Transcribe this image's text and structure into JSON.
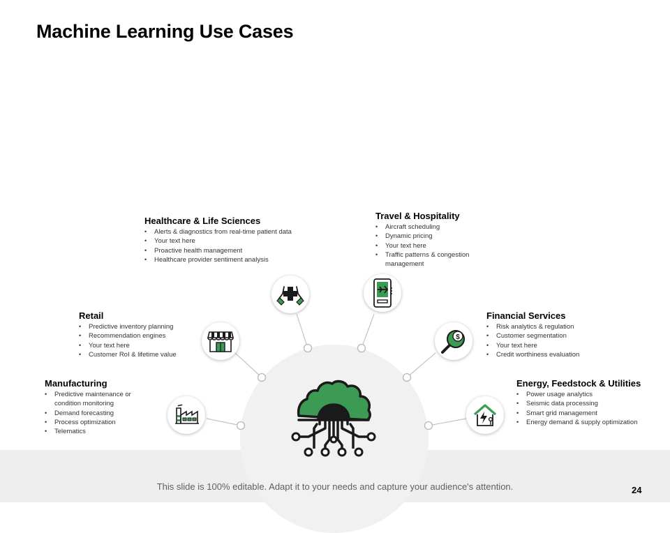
{
  "title": "Machine Learning Use Cases",
  "footer": {
    "text": "This slide is 100% editable. Adapt it to your needs and capture your audience's attention.",
    "page_number": "24"
  },
  "colors": {
    "accent_green": "#3c9a55",
    "icon_dark": "#1a1a1a",
    "hub_background": "#f1f1f1",
    "footer_background": "#eeeeee"
  },
  "segments": {
    "manufacturing": {
      "title": "Manufacturing",
      "icon": "factory-icon",
      "items": [
        "Predictive maintenance or condition monitoring",
        "Demand forecasting",
        "Process optimization",
        "Telematics"
      ]
    },
    "retail": {
      "title": "Retail",
      "icon": "storefront-icon",
      "items": [
        "Predictive inventory planning",
        "Recommendation engines",
        "Your text here",
        "Customer RoI & lifetime value"
      ]
    },
    "healthcare": {
      "title": "Healthcare & Life Sciences",
      "icon": "hands-medical-cross-icon",
      "items": [
        "Alerts & diagnostics from real-time patient data",
        "Your text here",
        "Proactive health management",
        "Healthcare provider sentiment analysis"
      ]
    },
    "travel": {
      "title": "Travel & Hospitality",
      "icon": "phone-airplane-icon",
      "items": [
        "Aircraft scheduling",
        "Dynamic pricing",
        "Your text here",
        "Traffic patterns & congestion management"
      ]
    },
    "financial": {
      "title": "Financial Services",
      "icon": "magnifier-dollar-icon",
      "items": [
        "Risk analytics & regulation",
        "Customer segmentation",
        "Your text here",
        "Credit worthiness evaluation"
      ]
    },
    "energy": {
      "title": "Energy, Feedstock & Utilities",
      "icon": "house-energy-icon",
      "items": [
        "Power usage analytics",
        "Seismic data processing",
        "Smart grid management",
        "Energy demand & supply optimization"
      ]
    }
  },
  "hub": {
    "icon": "brain-circuit-icon"
  }
}
